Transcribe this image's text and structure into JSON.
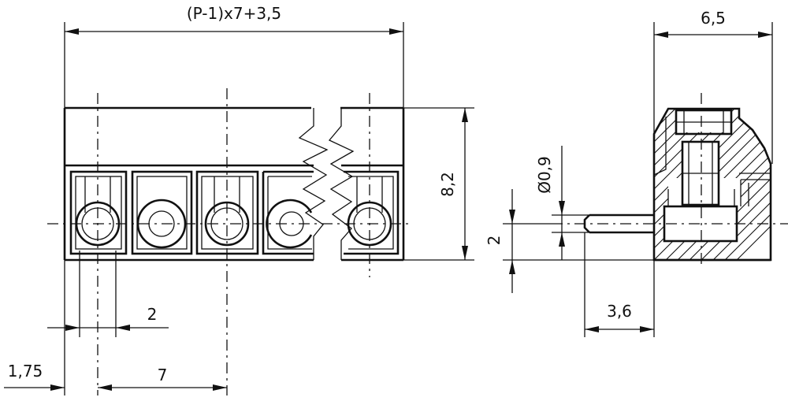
{
  "dimensions": {
    "overall_width": "(P-1)x7+3,5",
    "side_width": "6,5",
    "height": "8,2",
    "pin_diameter": "Ø0,9",
    "pin_offset": "2",
    "pin_length": "3,6",
    "hole_width": "2",
    "edge_offset": "1,75",
    "pitch": "7"
  }
}
